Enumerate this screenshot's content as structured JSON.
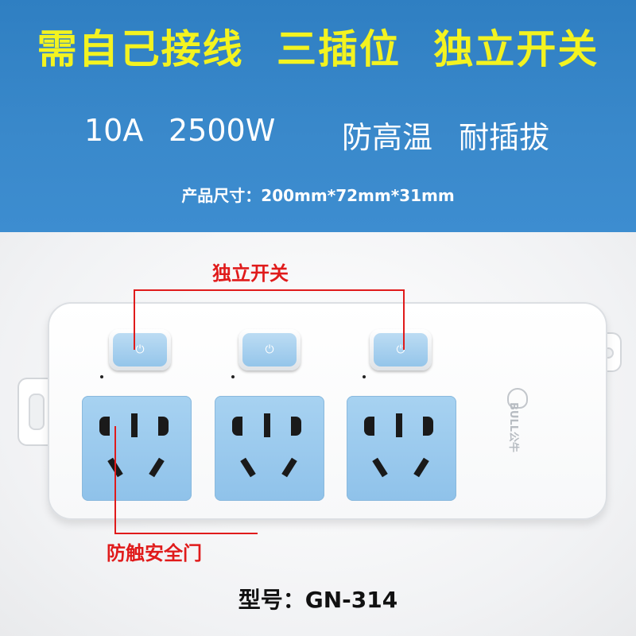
{
  "banner": {
    "headline": [
      "需自己接线",
      "三插位",
      "独立开关"
    ],
    "specs": [
      "10A",
      "2500W",
      "防高温",
      "耐插拔"
    ],
    "size": "产品尺寸：200mm*72mm*31mm"
  },
  "product": {
    "brand": "BULL公牛",
    "switches": [
      {
        "icon": "power-icon"
      },
      {
        "icon": "power-icon"
      },
      {
        "icon": "power-icon"
      }
    ],
    "sockets": [
      {
        "type": "five-hole"
      },
      {
        "type": "five-hole"
      },
      {
        "type": "five-hole"
      }
    ]
  },
  "callouts": {
    "switch_label": "独立开关",
    "shutter_label": "防触安全门"
  },
  "model": "型号：GN-314",
  "colors": {
    "banner_blue": "#3a89cb",
    "headline_yellow": "#f3f320",
    "socket_blue": "#9ccbee",
    "callout_red": "#e01b1b"
  }
}
